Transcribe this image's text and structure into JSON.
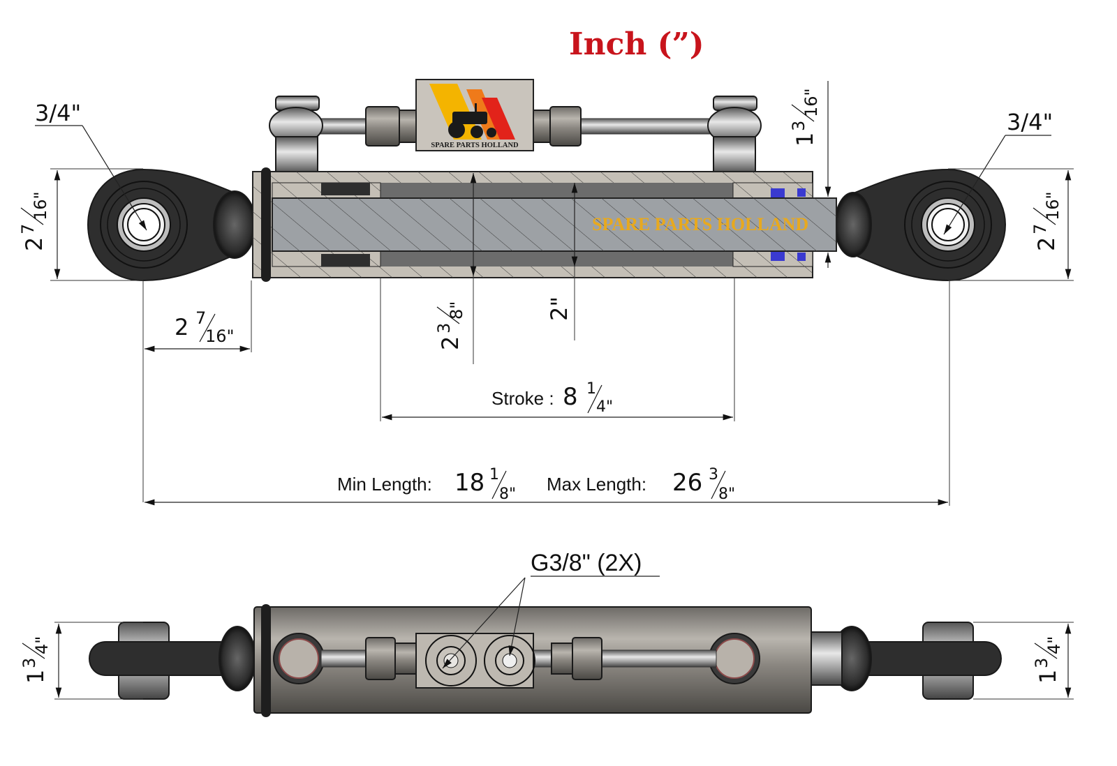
{
  "title": "Inch (”)",
  "brand": {
    "logo_text": "SPARE PARTS HOLLAND",
    "watermark_text": "SPARE PARTS HOLLAND",
    "colors": {
      "stripe_yellow": "#f4b400",
      "stripe_orange": "#ef7a1a",
      "stripe_red": "#e2231a",
      "watermark": "#e8a91e",
      "title_red": "#c8141c"
    }
  },
  "top_view": {
    "left_pin_diameter": "3/4\"",
    "right_pin_diameter": "3/4\"",
    "left_eye_height": {
      "whole": "2",
      "num": "7",
      "den": "16\""
    },
    "right_eye_height": {
      "whole": "2",
      "num": "7",
      "den": "16\""
    },
    "left_eye_offset": {
      "whole": "2",
      "num": "7",
      "den": "16\""
    },
    "rod_clearance": {
      "whole": "1",
      "num": "3",
      "den": "16\""
    },
    "barrel_diameter": {
      "whole": "2",
      "num": "3",
      "den": "8\""
    },
    "bore_diameter": "2\"",
    "stroke": {
      "label": "Stroke :",
      "whole": "8",
      "num": "1",
      "den": "4\""
    },
    "min_length": {
      "label": "Min Length:",
      "whole": "18",
      "num": "1",
      "den": "8\""
    },
    "max_length": {
      "label": "Max Length:",
      "whole": "26",
      "num": "3",
      "den": "8\""
    }
  },
  "bottom_view": {
    "port_label": "G3/8\" (2X)",
    "left_width": {
      "whole": "1",
      "num": "3",
      "den": "4\""
    },
    "right_width": {
      "whole": "1",
      "num": "3",
      "den": "4\""
    }
  }
}
